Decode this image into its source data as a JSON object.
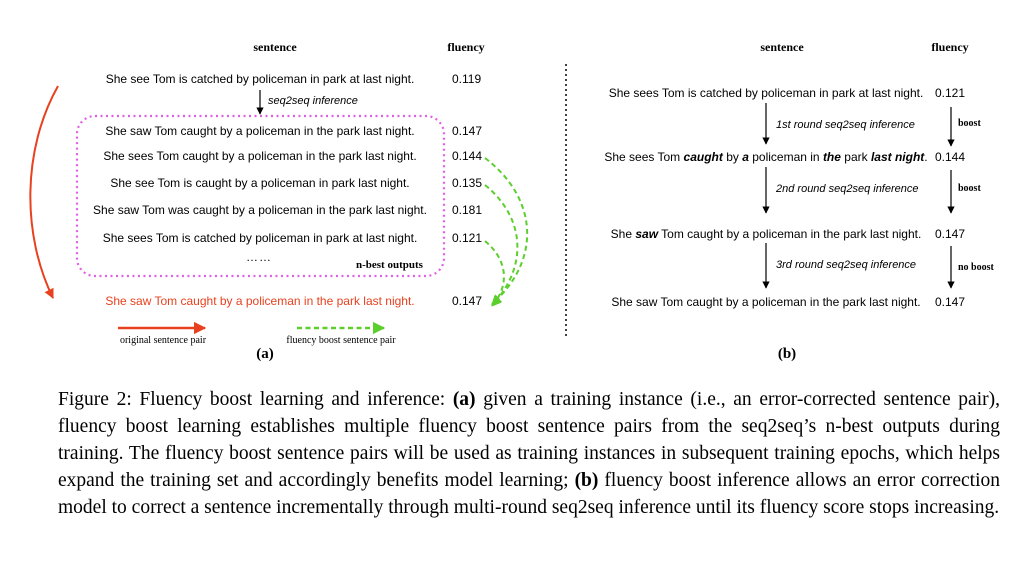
{
  "panel_a": {
    "header_sentence": "sentence",
    "header_fluency": "fluency",
    "source": {
      "text": "She see Tom is catched by policeman in park at last night.",
      "fluency": "0.119"
    },
    "inference_label": "seq2seq inference",
    "nbest": [
      {
        "text": "She saw Tom caught by a policeman in the park last night.",
        "fluency": "0.147"
      },
      {
        "text": "She sees Tom caught by a policeman in the park last night.",
        "fluency": "0.144"
      },
      {
        "text": "She see Tom is caught by a policeman in park last night.",
        "fluency": "0.135"
      },
      {
        "text": "She saw Tom was caught by a policeman in the park last night.",
        "fluency": "0.181"
      },
      {
        "text": "She sees Tom is catched by policeman in park at last night.",
        "fluency": "0.121"
      }
    ],
    "ellipsis": "……",
    "nbest_label": "n-best outputs",
    "target": {
      "text": "She saw Tom caught by a policeman in the park last night.",
      "fluency": "0.147"
    },
    "legend_original": "original sentence pair",
    "legend_boost": "fluency boost sentence pair",
    "label": "(a)",
    "colors": {
      "red": "#e8411f",
      "green": "#5ccf2e",
      "magenta": "#e15ee6"
    }
  },
  "panel_b": {
    "header_sentence": "sentence",
    "header_fluency": "fluency",
    "rows": [
      {
        "fluency": "0.121"
      },
      {
        "fluency": "0.144"
      },
      {
        "fluency": "0.147"
      },
      {
        "fluency": "0.147"
      }
    ],
    "s0": "She sees Tom is catched by policeman in park at last night.",
    "s1": {
      "p1": "She sees Tom ",
      "b1": "caught",
      "p2": " by ",
      "b2": "a",
      "p3": " policeman in ",
      "b3": "the",
      "p4": " park ",
      "b4": "last night",
      "p5": "."
    },
    "s2": {
      "p1": "She ",
      "b1": "saw",
      "p2": " Tom caught by a policeman in the park last night."
    },
    "s3": "She saw Tom caught by a policeman in the park last night.",
    "rounds": [
      "1st round seq2seq inference",
      "2nd round seq2seq inference",
      "3rd round seq2seq inference"
    ],
    "boosts": [
      "boost",
      "boost",
      "no boost"
    ],
    "label": "(b)"
  },
  "caption": {
    "prefix": "Figure 2: Fluency boost learning and inference: ",
    "a_label": "(a)",
    "a_text": " given a training instance (i.e., an error-corrected sentence pair), fluency boost learning establishes multiple fluency boost sentence pairs from the seq2seq’s n-best outputs during training. The fluency boost sentence pairs will be used as training instances in subsequent training epochs, which helps expand the training set and accordingly benefits model learning; ",
    "b_label": "(b)",
    "b_text": " fluency boost inference allows an error correction model to correct a sentence incrementally through multi-round seq2seq inference until its fluency score stops increasing."
  }
}
